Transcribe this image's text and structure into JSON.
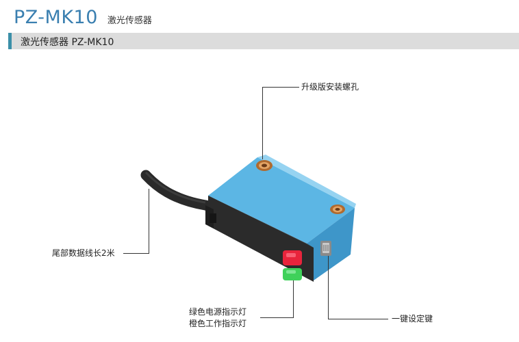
{
  "header": {
    "model": "PZ-MK10",
    "subtitle": "激光传感器"
  },
  "section": {
    "label": "激光传感器 PZ-MK10",
    "accent_color": "#3b8fa8"
  },
  "callouts": {
    "mount_hole": "升级版安装螺孔",
    "cable": "尾部数据线长2米",
    "led_green": "绿色电源指示灯",
    "led_orange": "橙色工作指示灯",
    "set_key": "一键设定键"
  },
  "colors": {
    "title": "#3a7fb0",
    "housing": "#4aa3d6",
    "cap": "#2b2b2b",
    "led_red": "#e8243c",
    "led_green": "#3fd15a"
  }
}
